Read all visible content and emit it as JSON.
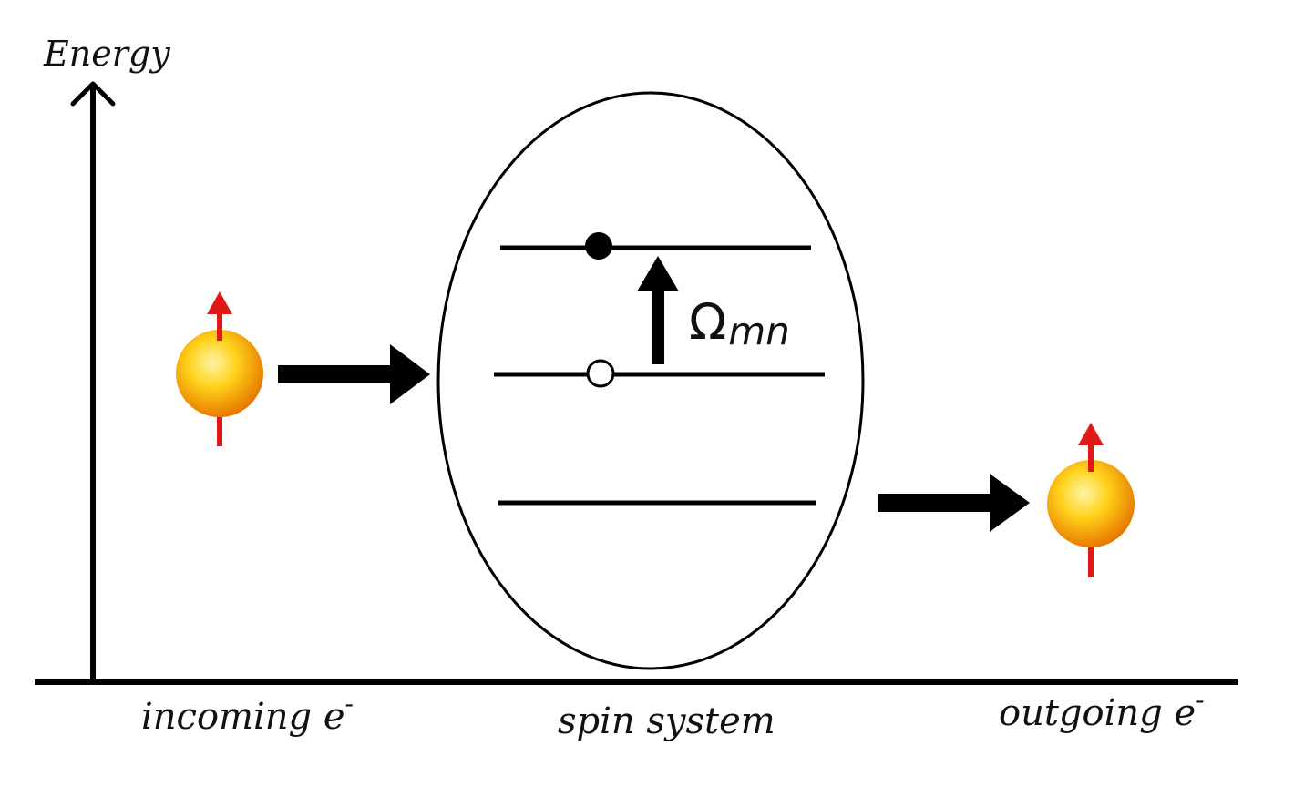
{
  "axis": {
    "label": "Energy"
  },
  "labels": {
    "incoming_text": "incoming e",
    "incoming_sup": "-",
    "spin_system": "spin system",
    "outgoing_text": "outgoing e",
    "outgoing_sup": "-"
  },
  "transition": {
    "symbol": "Ω",
    "subscript": "mn"
  },
  "colors": {
    "electron_core": "#ffd21a",
    "electron_edge": "#e87a00",
    "spin_arrow": "#e01818",
    "stroke": "#000000"
  },
  "icons": [
    "electron-spin-up-icon",
    "arrow-right-icon",
    "transition-arrow-up-icon",
    "filled-state-dot",
    "empty-state-dot"
  ]
}
